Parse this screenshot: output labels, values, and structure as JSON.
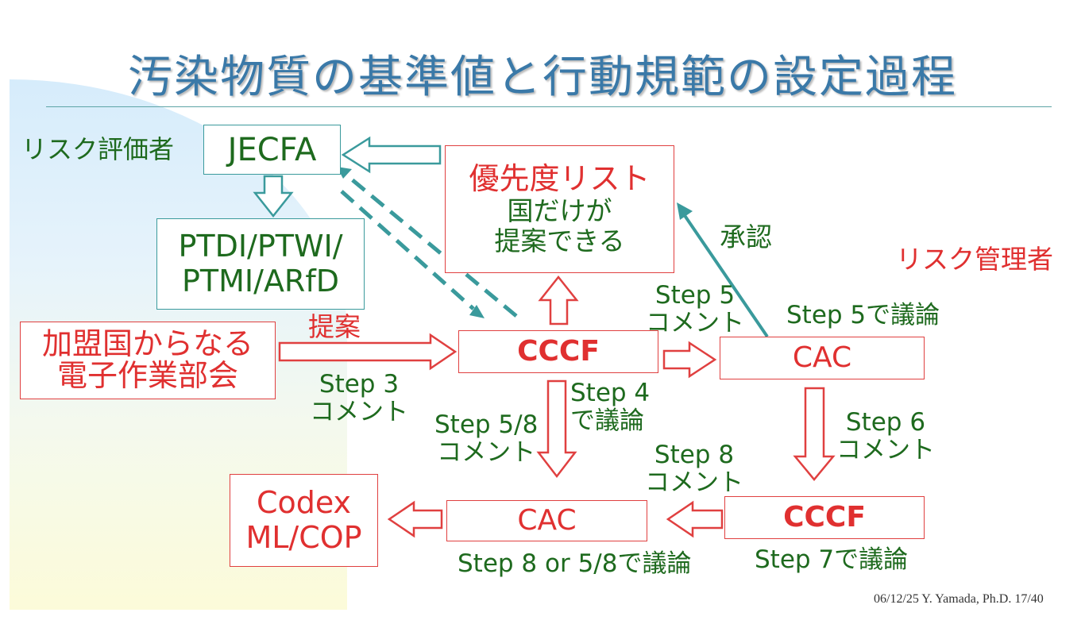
{
  "title": "汚染物質の基準値と行動規範の設定過程",
  "colors": {
    "title": "#3a79a8",
    "teal": "#3a9a9c",
    "red": "#e03030",
    "green": "#1e6a1e"
  },
  "labels": {
    "risk_assessor": "リスク評価者",
    "risk_manager": "リスク管理者",
    "proposal": "提案",
    "approval": "承認",
    "step3": [
      "Step 3",
      "コメント"
    ],
    "step4": [
      "Step 4",
      "で議論"
    ],
    "step5": [
      "Step 5",
      "コメント"
    ],
    "step5_discuss": "Step 5で議論",
    "step58": [
      "Step 5/8",
      "コメント"
    ],
    "step6": [
      "Step 6",
      "コメント"
    ],
    "step8": [
      "Step 8",
      "コメント"
    ],
    "step7_discuss": "Step 7で議論",
    "step8or58_discuss": "Step 8 or 5/8で議論"
  },
  "boxes": {
    "jecfa": "JECFA",
    "ptdi": [
      "PTDI/PTWI/",
      "PTMI/ARfD"
    ],
    "priority": {
      "heading": "優先度リスト",
      "lines": [
        "国だけが",
        "提案できる"
      ]
    },
    "ewg": [
      "加盟国からなる",
      "電子作業部会"
    ],
    "cccf_top": "CCCF",
    "cac_top": "CAC",
    "cccf_bottom": "CCCF",
    "cac_bottom": "CAC",
    "codex": [
      "Codex",
      "ML/COP"
    ]
  },
  "footer": "06/12/25 Y. Yamada, Ph.D.  17/40"
}
